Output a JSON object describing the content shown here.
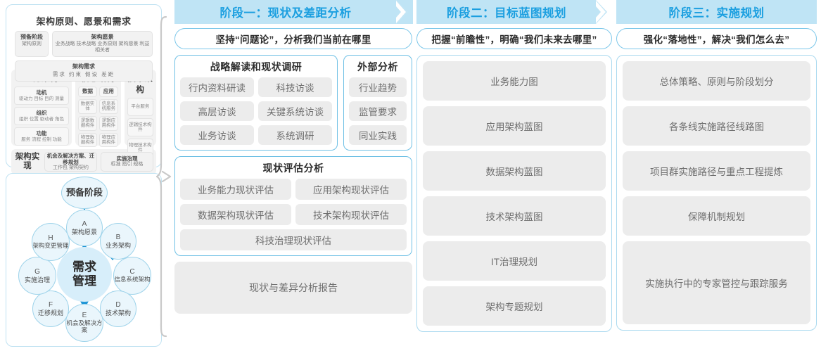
{
  "left_panel": {
    "framework": {
      "title": "架构原则、愿景和需求",
      "prep": {
        "title": "预备阶段",
        "items": "架构原则"
      },
      "vision": {
        "title": "架构愿景",
        "items": "业务战略 技术战略 业务原则 架构愿景 利益相关者"
      },
      "requirement": {
        "title": "架构需求",
        "items": "需求  约束  假设  差距"
      },
      "columns": [
        {
          "title": "业务架构",
          "groups": [
            {
              "title": "动机",
              "items": "驱动力 目标 目的 测量"
            },
            {
              "title": "组织",
              "items": "组织 位置 驱动者 角色"
            },
            {
              "title": "功能",
              "items": "服务 流程 控制 功能"
            }
          ]
        },
        {
          "title": "信息结构",
          "subcolumns": [
            {
              "title": "数据",
              "items": [
                "数据实体",
                "逻辑数据构件",
                "物理数据构件"
              ]
            },
            {
              "title": "应用",
              "items": [
                "信息系统服务",
                "逻辑应用构件",
                "物理应用构件"
              ]
            }
          ]
        },
        {
          "title": "技术架构",
          "items": [
            "平台服务",
            "逻辑技术构件",
            "物理技术构件"
          ]
        }
      ],
      "implementation": {
        "label": "架构实现",
        "cells": [
          {
            "title": "机会及解决方案、迁移规划",
            "items": "工作包  架构契约"
          },
          {
            "title": "实施治理",
            "items": "标准  指引  规格"
          }
        ]
      }
    },
    "cycle": {
      "preliminary": "预备阶段",
      "center": "需求管理",
      "nodes": [
        {
          "id": "A",
          "label": "架构愿景"
        },
        {
          "id": "B",
          "label": "业务架构"
        },
        {
          "id": "C",
          "label": "信息系统架构"
        },
        {
          "id": "D",
          "label": "技术架构"
        },
        {
          "id": "E",
          "label": "机会及解决方案"
        },
        {
          "id": "F",
          "label": "迁移规划"
        },
        {
          "id": "G",
          "label": "实施治理"
        },
        {
          "id": "H",
          "label": "架构变更管理"
        }
      ]
    }
  },
  "phases": [
    {
      "head": "阶段一：现状及差距分析",
      "sub": "坚持“问题论”，分析我们当前在哪里"
    },
    {
      "head": "阶段二：目标蓝图规划",
      "sub": "把握“前瞻性”，明确“我们未来去哪里”",
      "items": [
        "业务能力图",
        "应用架构蓝图",
        "数据架构蓝图",
        "技术架构蓝图",
        "IT治理规划",
        "架构专题规划"
      ]
    },
    {
      "head": "阶段三：实施规划",
      "sub": "强化“落地性”，解决“我们怎么去”",
      "items": [
        "总体策略、原则与阶段划分",
        "各条线实施路径线路图",
        "项目群实施路径与重点工程提炼",
        "保障机制规划",
        "实施执行中的专家管控与跟踪服务"
      ]
    }
  ],
  "phase1_content": {
    "survey": {
      "title": "战略解读和现状调研",
      "rows": [
        [
          "行内资料研读",
          "科技访谈"
        ],
        [
          "高层访谈",
          "关键系统访谈"
        ],
        [
          "业务访谈",
          "系统调研"
        ]
      ]
    },
    "external": {
      "title": "外部分析",
      "items": [
        "行业趋势",
        "监管要求",
        "同业实践"
      ]
    },
    "assessment": {
      "title": "现状评估分析",
      "rows": [
        [
          "业务能力现状评估",
          "应用架构现状评估"
        ],
        [
          "数据架构现状评估",
          "技术架构现状评估"
        ],
        [
          "科技治理现状评估"
        ]
      ]
    },
    "report": "现状与差异分析报告"
  },
  "colors": {
    "header_band": "#bfe4f5",
    "header_text": "#1b9fe0",
    "card_border": "#a9d9ef",
    "chip_bg": "#ececec",
    "node_fill": "#eaf6fc",
    "center_fill": "#d7eefa"
  }
}
